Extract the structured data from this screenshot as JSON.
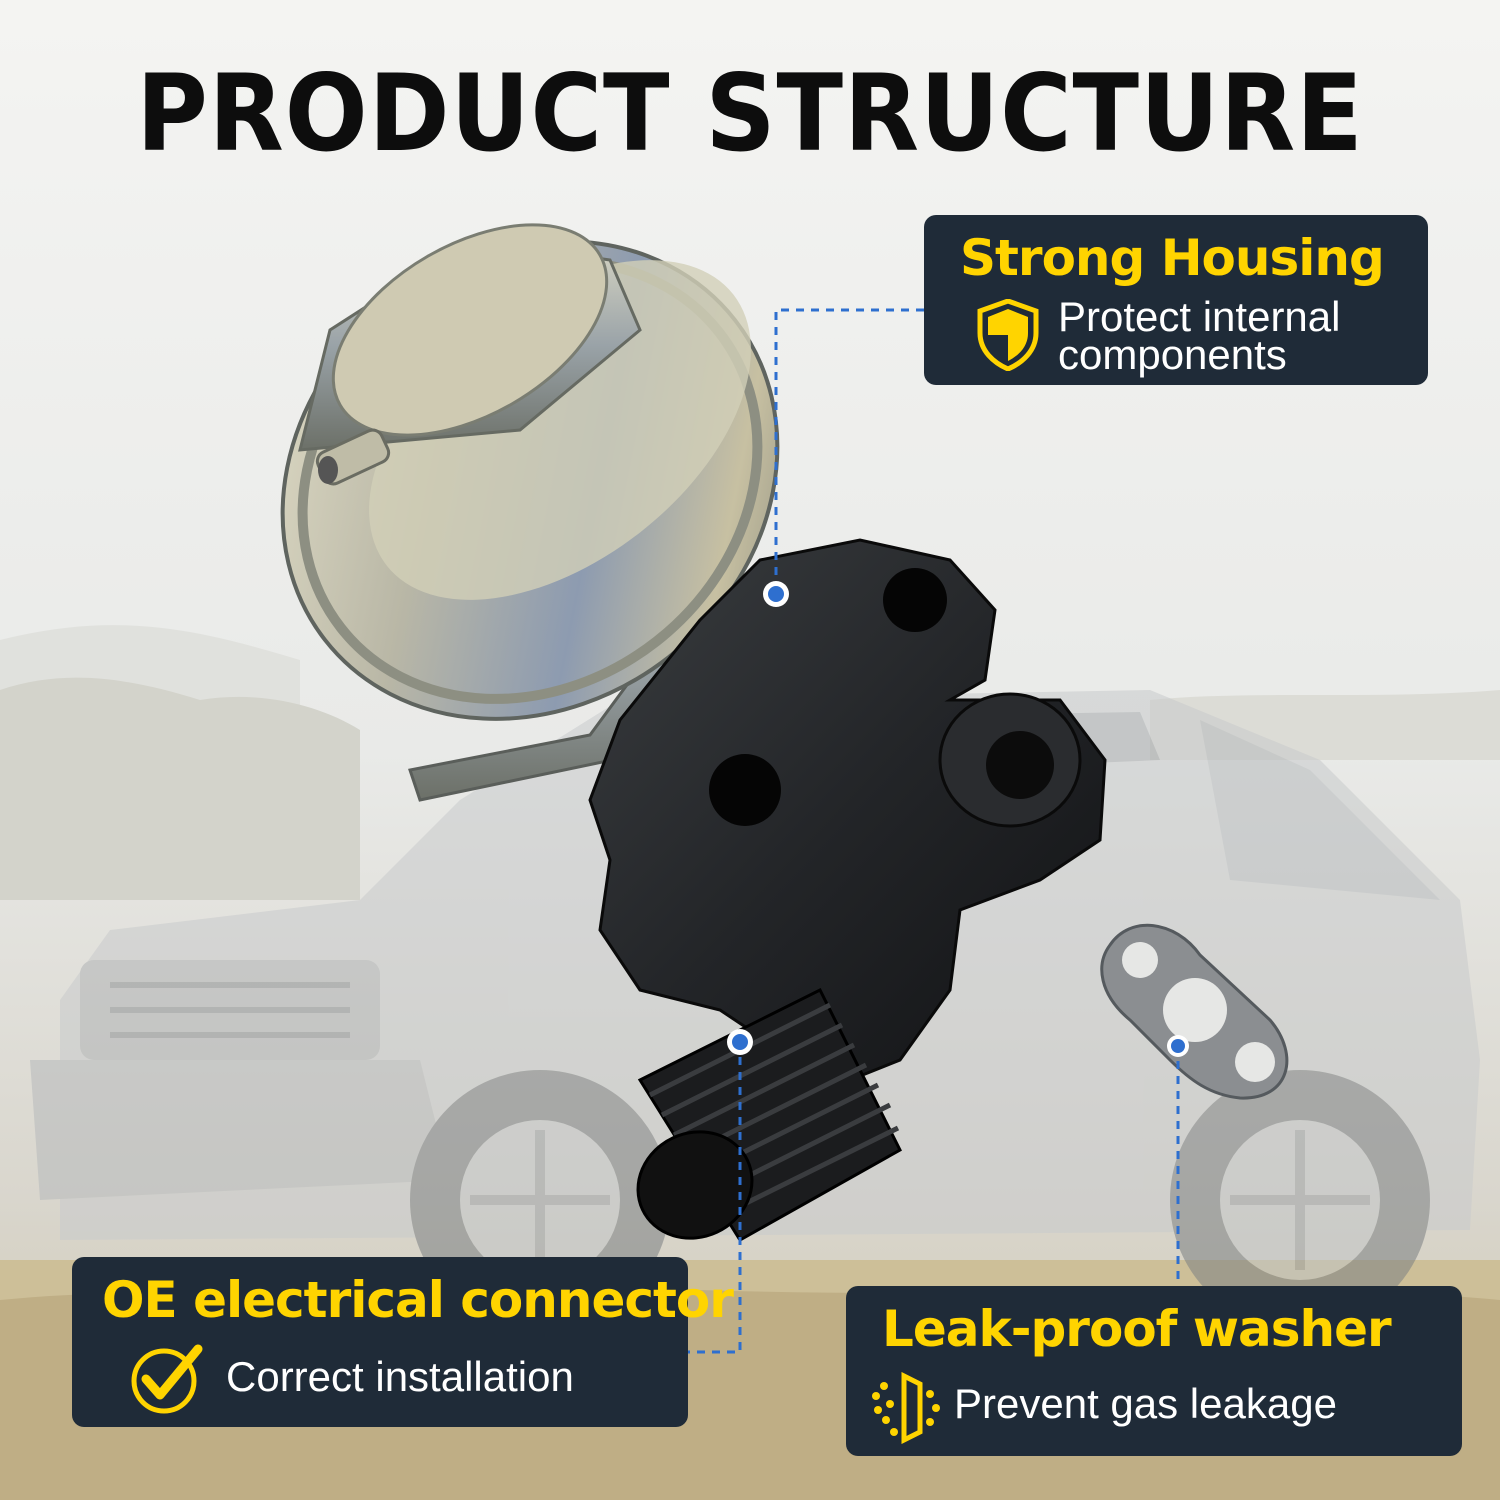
{
  "page": {
    "title": "PRODUCT STRUCTURE",
    "colors": {
      "panel": "#1f2b38",
      "accent": "#ffd400",
      "text": "#ffffff",
      "title": "#0d0d0d",
      "leader": "#2e6fcf"
    }
  },
  "callouts": {
    "housing": {
      "heading": "Strong Housing",
      "line1": "Protect internal",
      "line2": "components",
      "icon": "shield-icon"
    },
    "connector": {
      "heading": "OE electrical connector",
      "line1": "Correct installation",
      "icon": "check-circle-icon"
    },
    "washer": {
      "heading": "Leak-proof washer",
      "line1": "Prevent gas leakage",
      "icon": "gas-seal-icon"
    }
  }
}
